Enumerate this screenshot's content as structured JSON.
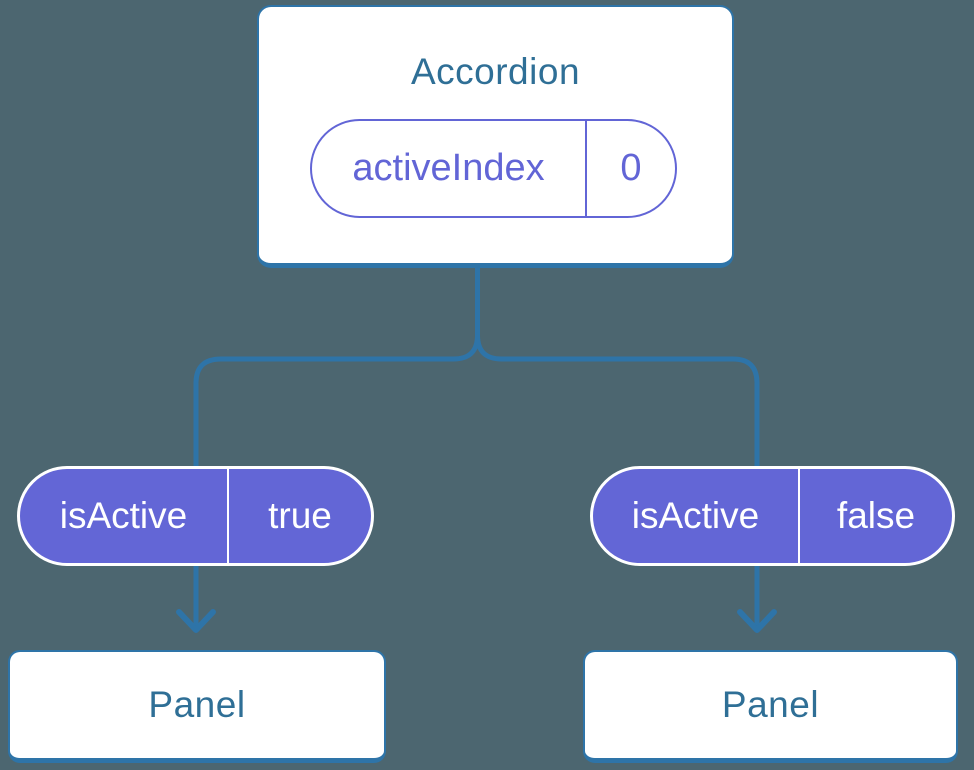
{
  "diagram": {
    "accordion": {
      "title": "Accordion",
      "state": {
        "name": "activeIndex",
        "value": "0"
      }
    },
    "props": {
      "left": {
        "name": "isActive",
        "value": "true"
      },
      "right": {
        "name": "isActive",
        "value": "false"
      }
    },
    "panels": {
      "left": {
        "label": "Panel"
      },
      "right": {
        "label": "Panel"
      }
    }
  },
  "colors": {
    "background": "#4c6670",
    "connector_blue": "#2e74a8",
    "label_blue": "#2f6f96",
    "purple": "#6366d6",
    "card_white": "#ffffff"
  }
}
